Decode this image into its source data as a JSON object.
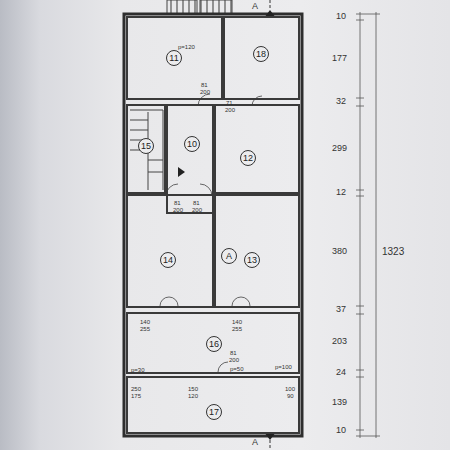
{
  "diagram": {
    "nodes": [
      {
        "text": [
          "11"
        ]
      },
      {
        "text": [
          "18"
        ]
      },
      {
        "text": [
          "15"
        ]
      },
      {
        "text": [
          "10"
        ]
      },
      {
        "text": [
          "12"
        ]
      },
      {
        "text": [
          "14"
        ]
      },
      {
        "text": [
          "13"
        ]
      },
      {
        "text": [
          "16"
        ]
      },
      {
        "text": [
          "17"
        ]
      }
    ],
    "edges": [],
    "labels": [
      "A",
      "A",
      "A",
      "p=120",
      "81",
      "200",
      "71",
      "200",
      "81",
      "200",
      "81",
      "200",
      "140",
      "255",
      "140",
      "255",
      "81",
      "200",
      "p=30",
      "p=50",
      "p=100",
      "250",
      "175",
      "150",
      "120",
      "100",
      "90",
      "10",
      "177",
      "32",
      "299",
      "12",
      "380",
      "37",
      "203",
      "24",
      "139",
      "10",
      "1323"
    ]
  }
}
